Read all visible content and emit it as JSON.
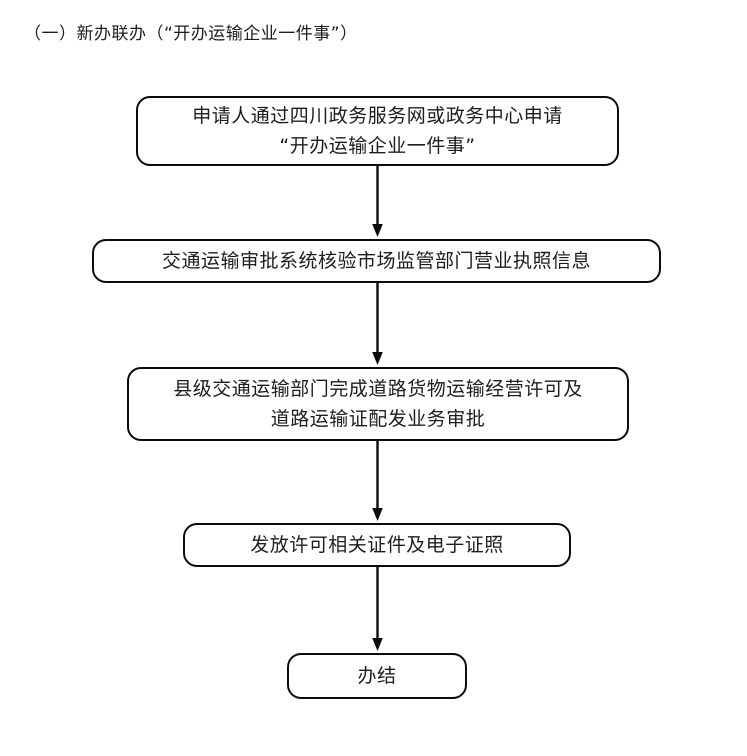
{
  "document": {
    "title": "（一）新办联办（“开办运输企业一件事”）"
  },
  "flowchart": {
    "type": "flowchart",
    "orientation": "vertical-top-down",
    "nodes": [
      {
        "id": "apply",
        "label": "申请人通过四川政务服务网或政务中心申请\n“开办运输企业一件事”",
        "shape": "rounded-rectangle",
        "lines": 2
      },
      {
        "id": "verify",
        "label": "交通运输审批系统核验市场监管部门营业执照信息",
        "shape": "rounded-rectangle",
        "lines": 1
      },
      {
        "id": "approve",
        "label": "县级交通运输部门完成道路货物运输经营许可及\n道路运输证配发业务审批",
        "shape": "rounded-rectangle",
        "lines": 2
      },
      {
        "id": "issue",
        "label": "发放许可相关证件及电子证照",
        "shape": "rounded-rectangle",
        "lines": 1
      },
      {
        "id": "done",
        "label": "办结",
        "shape": "rounded-rectangle",
        "lines": 1
      }
    ],
    "connectors": [
      {
        "id": "conn-1",
        "from": "apply",
        "to": "verify",
        "style": "arrow-down"
      },
      {
        "id": "conn-2",
        "from": "verify",
        "to": "approve",
        "style": "arrow-down"
      },
      {
        "id": "conn-3",
        "from": "approve",
        "to": "issue",
        "style": "arrow-down"
      },
      {
        "id": "conn-4",
        "from": "issue",
        "to": "done",
        "style": "arrow-down"
      }
    ],
    "colors": {
      "node_border": "#0c0c0c",
      "node_fill": "#ffffff",
      "text": "#1d1d1d",
      "connector": "#0c0c0c",
      "background": "#ffffff"
    }
  }
}
